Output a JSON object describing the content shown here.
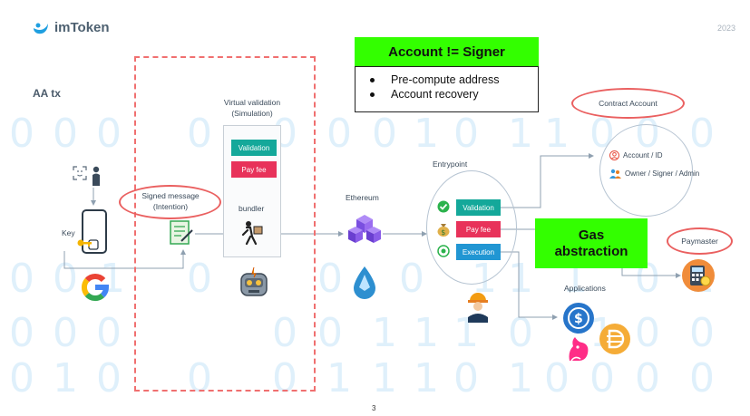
{
  "brand": {
    "logo_text": "imToken",
    "year": "2023"
  },
  "slide": {
    "title": "AA tx",
    "page_number": "3"
  },
  "account_box": {
    "heading": "Account != Signer",
    "items": [
      "Pre-compute address",
      "Account recovery"
    ],
    "heading_bg": "#33ff00"
  },
  "labels": {
    "key": "Key",
    "signed_message_line1": "Signed message",
    "signed_message_line2": "(Intention)",
    "virtual_validation_line1": "Virtual validation",
    "virtual_validation_line2": "(Simulation)",
    "bundler": "bundler",
    "ethereum": "Ethereum",
    "entrypoint": "Entrypoint",
    "applications": "Applications",
    "contract_account": "Contract Account",
    "paymaster": "Paymaster"
  },
  "virtual_validation": {
    "validation": "Validation",
    "pay_fee": "Pay fee"
  },
  "entrypoint_steps": {
    "validation": "Validation",
    "pay_fee": "Pay fee",
    "execution": "Execution"
  },
  "contract_account_items": {
    "account_id": "Account / ID",
    "roles": "Owner / Signer / Admin"
  },
  "gas_abstraction": {
    "line1": "Gas",
    "line2": "abstraction"
  },
  "colors": {
    "teal": "#14a89a",
    "pink": "#e8325a",
    "blue": "#2196d3",
    "green_highlight": "#33ff00",
    "red_outline": "#ea6060"
  },
  "icons": [
    "imtoken-logo-icon",
    "face-id-icon",
    "person-icon",
    "phone-icon",
    "key-icon",
    "google-icon",
    "signed-document-icon",
    "courier-icon",
    "robot-icon",
    "blockchain-cubes-icon",
    "ethereum-drop-icon",
    "check-icon",
    "money-bag-icon",
    "execution-icon",
    "worker-icon",
    "user-circle-icon",
    "people-icon",
    "usdc-icon",
    "uniswap-icon",
    "dai-icon",
    "calculator-icon"
  ]
}
